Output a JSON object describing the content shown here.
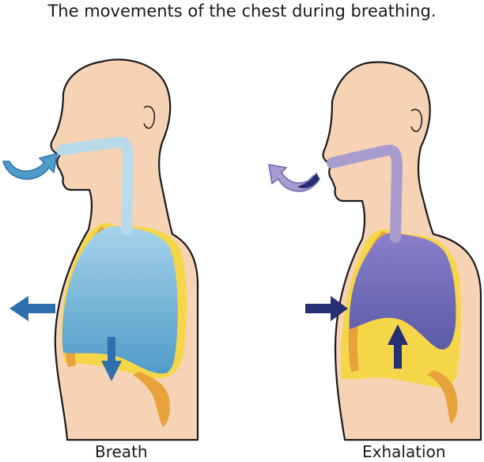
{
  "title": "The movements of the chest during breathing.",
  "panels": [
    {
      "label": "Breath",
      "lung_color": "#5aa4cf",
      "airway_color": "#b9dbe9",
      "arrow_color": "#2e6fb0"
    },
    {
      "label": "Exhalation",
      "lung_color": "#6a65b4",
      "airway_color": "#a89ccf",
      "arrow_color": "#262f72"
    }
  ],
  "colors": {
    "skin": "#f6d3b5",
    "pleura": "#f6d649",
    "ribs": "#e7a23c"
  }
}
